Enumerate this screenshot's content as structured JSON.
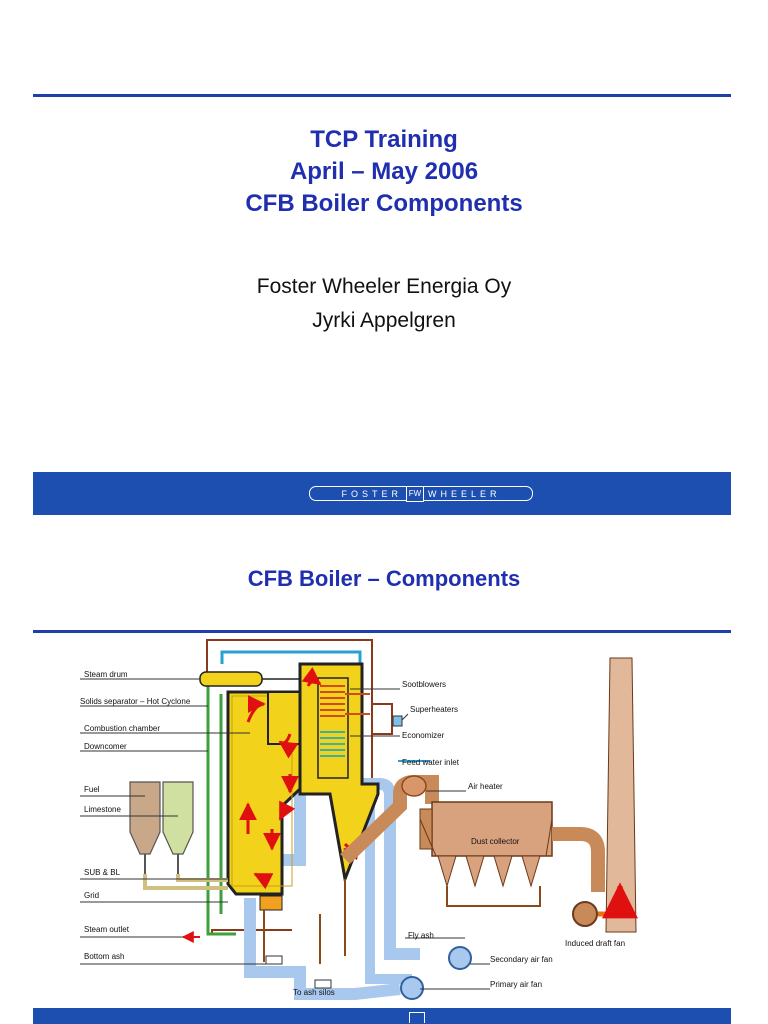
{
  "slide1": {
    "title_lines": [
      "TCP Training",
      "April – May 2006",
      "CFB Boiler Components"
    ],
    "company": "Foster Wheeler  Energia Oy",
    "author": "Jyrki Appelgren",
    "logo_left": "FOSTER",
    "logo_right": "WHEELER",
    "logo_emblem": "FW"
  },
  "slide2": {
    "title": "CFB Boiler – Components",
    "diagram": {
      "left_labels": {
        "steam_drum": "Steam drum",
        "solids_separator": "Solids separator – Hot Cyclone",
        "combustion_chamber": "Combustion chamber",
        "downcomer": "Downcomer",
        "fuel": "Fuel",
        "limestone": "Limestone",
        "sub_bl": "SUB & BL",
        "grid": "Grid",
        "steam_outlet": "Steam outlet",
        "bottom_ash": "Bottom ash"
      },
      "right_labels": {
        "sootblowers": "Sootblowers",
        "superheaters": "Superheaters",
        "economizer": "Economizer",
        "feed_water_inlet": "Feed water inlet",
        "air_heater": "Air heater",
        "dust_collector": "Dust collector",
        "fly_ash": "Fly ash",
        "induced_draft_fan": "Induced draft fan",
        "secondary_air_fan": "Secondary air  fan",
        "primary_air_fan": "Primary air  fan",
        "to_ash_silos": "To ash silos"
      }
    }
  },
  "colors": {
    "accent_blue": "#1f3fa8",
    "title_blue": "#1f2fb0",
    "band_blue": "#1c4fb0",
    "furnace_yellow": "#f2d21a",
    "ash_brown": "#c98a5a",
    "air_blue": "#a8c8ee",
    "water_green": "#6fd6a0"
  }
}
